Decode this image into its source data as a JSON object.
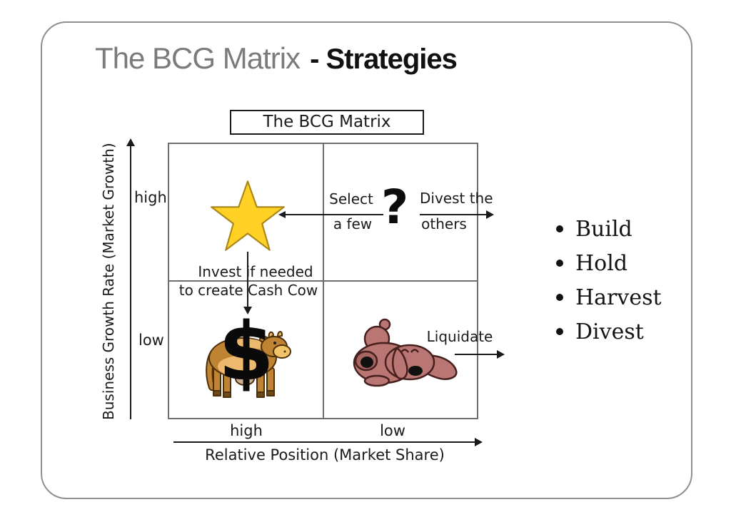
{
  "slide": {
    "title_gray": "The BCG Matrix",
    "title_rest": "- Strategies"
  },
  "diagram": {
    "box_title": "The BCG Matrix",
    "y_axis": {
      "label": "Business Growth Rate (Market Growth)",
      "high": "high",
      "low": "low"
    },
    "x_axis": {
      "label": "Relative Position (Market Share)",
      "high": "high",
      "low": "low"
    },
    "question_quadrant": {
      "select_line1": "Select",
      "select_line2": "a few",
      "mark": "?",
      "divest_line1": "Divest the",
      "divest_line2": "others"
    },
    "cash_cow_quadrant": {
      "note_line1": "Invest if needed",
      "note_line2": "to create Cash Cow",
      "dollar": "$"
    },
    "dog_quadrant": {
      "label": "Liquidate"
    }
  },
  "strategies": {
    "items": [
      "Build",
      "Hold",
      "Harvest",
      "Divest"
    ]
  },
  "icons": {
    "star": "star-icon",
    "cash_cow": "cash-cow-icon",
    "dog": "dog-icon"
  },
  "colors": {
    "title_gray": "#7b7b7b",
    "matrix_line": "#6e6e6e",
    "star_fill": "#FFD125",
    "star_stroke": "#A98618",
    "cow_body": "#BE8434",
    "cow_light": "#EDB96F",
    "dog_fill": "#BA7672",
    "dog_outline": "#46201e"
  }
}
